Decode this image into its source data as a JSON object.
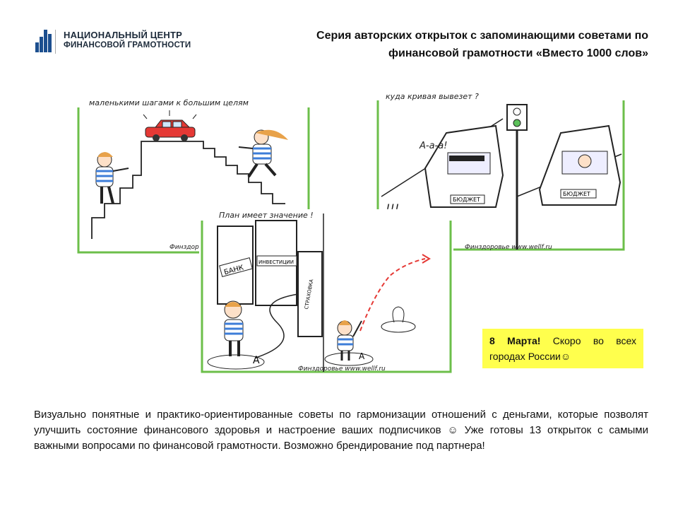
{
  "logo": {
    "line1": "НАЦИОНАЛЬНЫЙ ЦЕНТР",
    "line2": "ФИНАНСОВОЙ ГРАМОТНОСТИ"
  },
  "title": {
    "line1": "Серия авторских открыток с запоминающими советами по",
    "line2": "финансовой грамотности «Вместо 1000 слов»"
  },
  "cards": {
    "steps": {
      "caption": "маленькими шагами к большим целям",
      "footer": "Финздоровье"
    },
    "traffic": {
      "caption": "куда кривая вывезет ?",
      "shout": "А-а-а!",
      "alarm": "!!!",
      "plate": "БЮДЖЕТ",
      "plate2": "БЮДЖЕТ",
      "footer": "Финздоровье www.wellf.ru"
    },
    "plan": {
      "caption": "План имеет значение !",
      "bank": "БАНК",
      "invest": "ИНВЕСТИЦИИ",
      "insurance": "СТРАХОВКА",
      "mark_a1": "А",
      "mark_a2": "А",
      "footer": "Финздоровье www.wellf.ru"
    }
  },
  "callout": {
    "bold": "8 Марта!",
    "text": " Скоро во всех городах России☺"
  },
  "description": "Визуально понятные и практико-ориентированные советы по гармонизации отношений с деньгами, которые позволят улучшить состояние финансового здоровья и настроение ваших подписчиков ☺ Уже готовы 13 открыток с самыми важными вопросами по финансовой грамотности. Возможно брендирование под партнера!",
  "colors": {
    "frame": "#6cbf4a",
    "car": "#e53935",
    "accent_yellow": "#ffff4d",
    "stripe": "#3d7dd8",
    "hair": "#e8a24a"
  }
}
